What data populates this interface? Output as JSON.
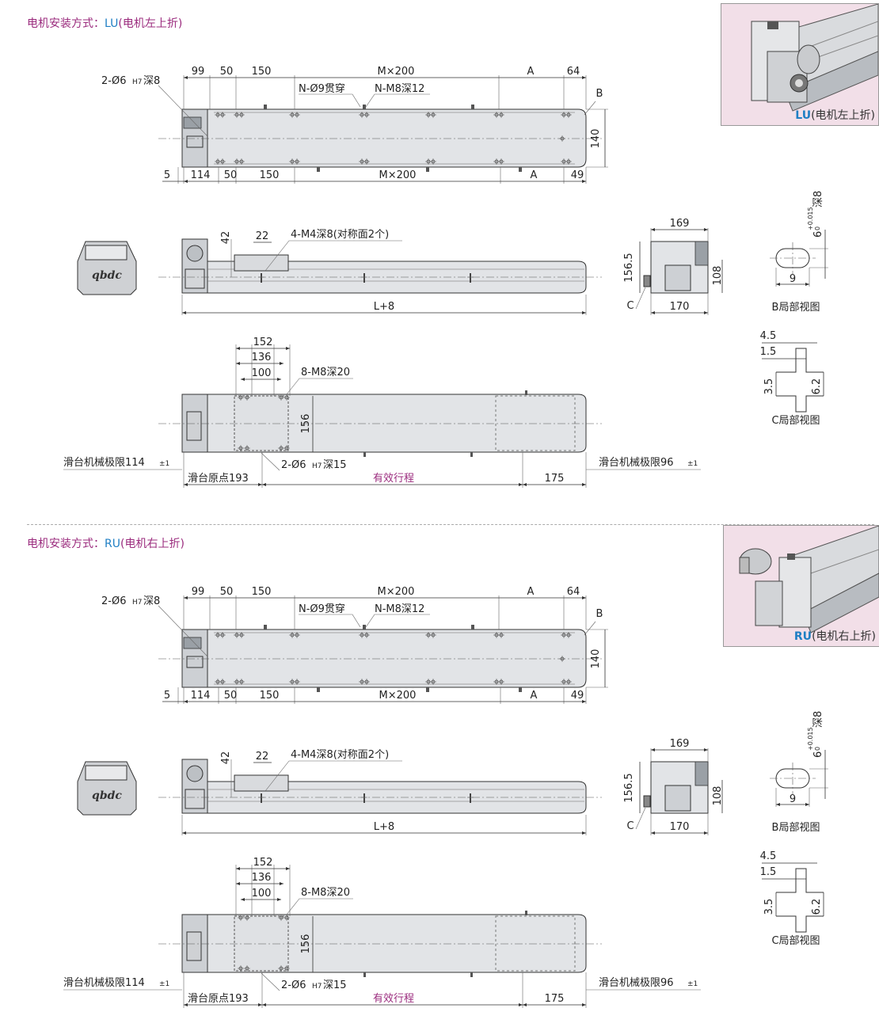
{
  "sections": [
    {
      "title_prefix": "电机安装方式：",
      "title_code": "LU",
      "title_suffix": "(电机左上折)",
      "photo_label_code": "LU",
      "photo_label_suffix": "(电机左上折)"
    },
    {
      "title_prefix": "电机安装方式：",
      "title_code": "RU",
      "title_suffix": "(电机右上折)",
      "photo_label_code": "RU",
      "photo_label_suffix": "(电机右上折)"
    }
  ],
  "top_view": {
    "dims_top": [
      "99",
      "50",
      "150",
      "M×200",
      "A",
      "64"
    ],
    "dims_bottom": [
      "5",
      "114",
      "50",
      "150",
      "M×200",
      "A",
      "49"
    ],
    "hole_left": "2-Ø6",
    "hole_left_sub": "H7",
    "hole_left_depth": "深8",
    "note_through": "N-Ø9贯穿",
    "note_tap": "N-M8深12",
    "label_b": "B",
    "height": "140"
  },
  "side_view": {
    "dim_42": "42",
    "dim_22": "22",
    "note_m4": "4-M4深8(对称面2个)",
    "length": "L+8"
  },
  "end_view": {
    "width_top": "169",
    "width_bottom": "170",
    "height_total": "156.5",
    "height_body": "108",
    "label_c": "C"
  },
  "slider_view": {
    "dims": [
      "152",
      "136",
      "100"
    ],
    "note_m8": "8-M8深20",
    "height": "156",
    "limit_left": "滑台机械极限114",
    "limit_left_tol": "±1",
    "limit_right": "滑台机械极限96",
    "limit_right_tol": "±1",
    "hole": "2-Ø6",
    "hole_sub": "H7",
    "hole_depth": "深15",
    "origin": "滑台原点193",
    "stroke": "有效行程",
    "right_dim": "175"
  },
  "detail_b": {
    "depth_text": "6",
    "tol_upper": "+0.015",
    "tol_lower": "0",
    "depth_suffix": "深8",
    "width": "9",
    "caption": "B局部视图"
  },
  "detail_c": {
    "dims": [
      "4.5",
      "1.5",
      "3.5",
      "6.2"
    ],
    "caption": "C局部视图"
  },
  "colors": {
    "purple": "#9b2c7e",
    "blue": "#1f7fc4",
    "photo_bg": "#f2dfe8"
  }
}
